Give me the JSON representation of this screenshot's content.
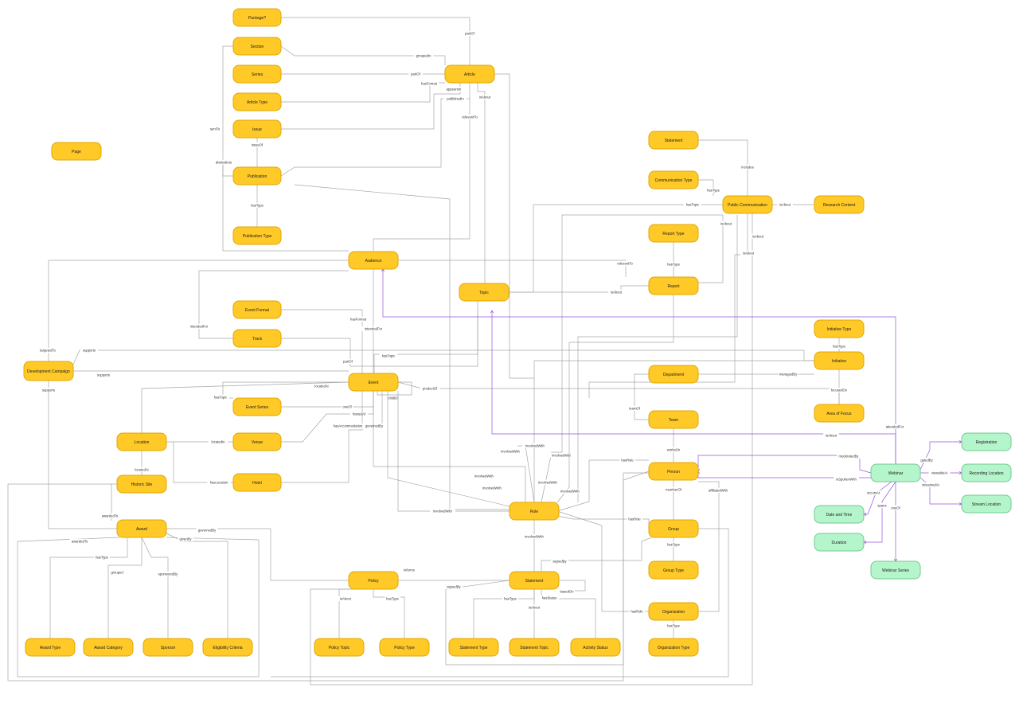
{
  "colors": {
    "entity_fill": "#FFC928",
    "entity_stroke": "#E0A800",
    "webinar_fill": "#B5F5CC",
    "webinar_stroke": "#72C98F",
    "edge": "#A6A6A6",
    "edge_highlight": "#9B51E0",
    "background": "#FFFFFF"
  },
  "nodes": {
    "package": "Package?",
    "section": "Section",
    "series": "Series",
    "article_type": "Article Type",
    "issue": "Issue",
    "publication": "Publication",
    "publication_type": "Publication Type",
    "article": "Article",
    "page": "Page",
    "audience": "Audience",
    "topic": "Topic",
    "event_format": "Event Format",
    "track": "Track",
    "event": "Event",
    "event_series": "Event Series",
    "venue": "Venue",
    "hotel": "Hotel",
    "location": "Location",
    "historic_site": "Historic Site",
    "award": "Award",
    "award_type": "Award Type",
    "award_category": "Award Category",
    "sponsor": "Sponsor",
    "eligibility_criteria": "Eligibility Criteria",
    "development_campaign": "Development Campaign",
    "policy": "Policy",
    "policy_topic": "Policy Topic",
    "policy_type": "Policy Type",
    "statement": "Statement",
    "statement_type": "Statement Type",
    "statement_topic": "Statement Topic",
    "activity_status": "Activity Status",
    "role": "Role",
    "person": "Person",
    "group": "Group",
    "group_type": "Group Type",
    "organization": "Organization",
    "organization_type": "Organization Type",
    "department": "Department",
    "team": "Team",
    "initiative": "Initiative",
    "initiative_type": "Initiative Type",
    "area_of_focus": "Area of Focus",
    "report": "Report",
    "report_type": "Report Type",
    "public_communication": "Public Communication",
    "communication_type": "Communication Type",
    "statement_note": "Statement",
    "research_content": "Research Content",
    "webinar": "Webinar",
    "registration": "Registration",
    "recording_location": "Recording Location",
    "stream_location": "Stream Location",
    "date_and_time": "Date and Time",
    "duration": "Duration",
    "webinar_series": "Webinar Series"
  },
  "edge_labels": {
    "partOf": "partOf",
    "groupedIn": "groupedIn",
    "hasFormat": "hasFormat",
    "appearsIn": "appearsIn",
    "publishedIn": "publishedIn",
    "isAbout": "isAbout",
    "relevantTo": "relevantTo",
    "issueOf": "issueOf",
    "sentTo": "sentTo",
    "dividedInto": "dividedInto",
    "hasType": "hasType",
    "includes": "includes",
    "hasTopic": "hasTopic",
    "intendedFor": "intendedFor",
    "targetedTo": "targetedTo",
    "supports": "supports",
    "locatedAt": "locatedAt",
    "childOf": "childOf",
    "productOf": "productOf",
    "oneOf": "oneOf",
    "hostedAt": "hostedAt",
    "hasAccommodation": "hasAccommodation",
    "governedBy": "governedBy",
    "locatedIn": "locatedIn",
    "hasLocation": "hasLocation",
    "awardedTo": "awardedTo",
    "givenBy": "givenBy",
    "grouped": "grouped",
    "sponsoredBy": "sponsoredBy",
    "informs": "informs",
    "signedBy": "signedBy",
    "basedOn": "basedOn",
    "hasStatus": "hasStatus",
    "involvedWith": "involvedWith",
    "hasRole": "hasRole",
    "memberOf": "memberOf",
    "affiliatedWith": "affiliatedWith",
    "worksOn": "worksOn",
    "teamOf": "teamOf",
    "managedBy": "managedBy",
    "focusedOn": "focusedOn",
    "moderatedBy": "moderatedBy",
    "isSpokenWith": "isSpokenWith",
    "occursAt": "occursAt",
    "spans": "spans",
    "oneOfWebinar": "oneOf",
    "gatedBy": "gatedBy",
    "viewableAt": "viewableAt",
    "streamedAt": "streamedAt",
    "attendedFor": "attendedFor"
  }
}
